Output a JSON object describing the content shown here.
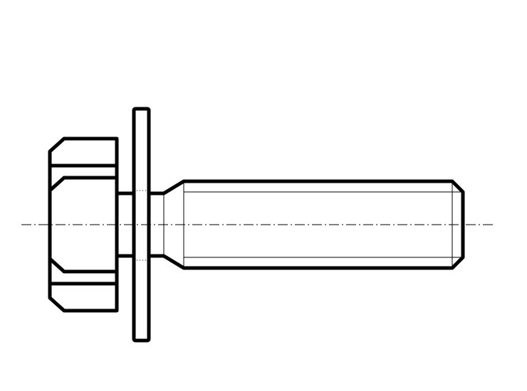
{
  "drawing": {
    "subject": "hex-flange-bolt-with-washer",
    "view": "side-elevation",
    "colors": {
      "background": "#ffffff",
      "line": "#000000"
    },
    "parts": [
      "hex-head",
      "washer",
      "shank",
      "threaded-section",
      "chamfered-tip",
      "center-line"
    ]
  }
}
